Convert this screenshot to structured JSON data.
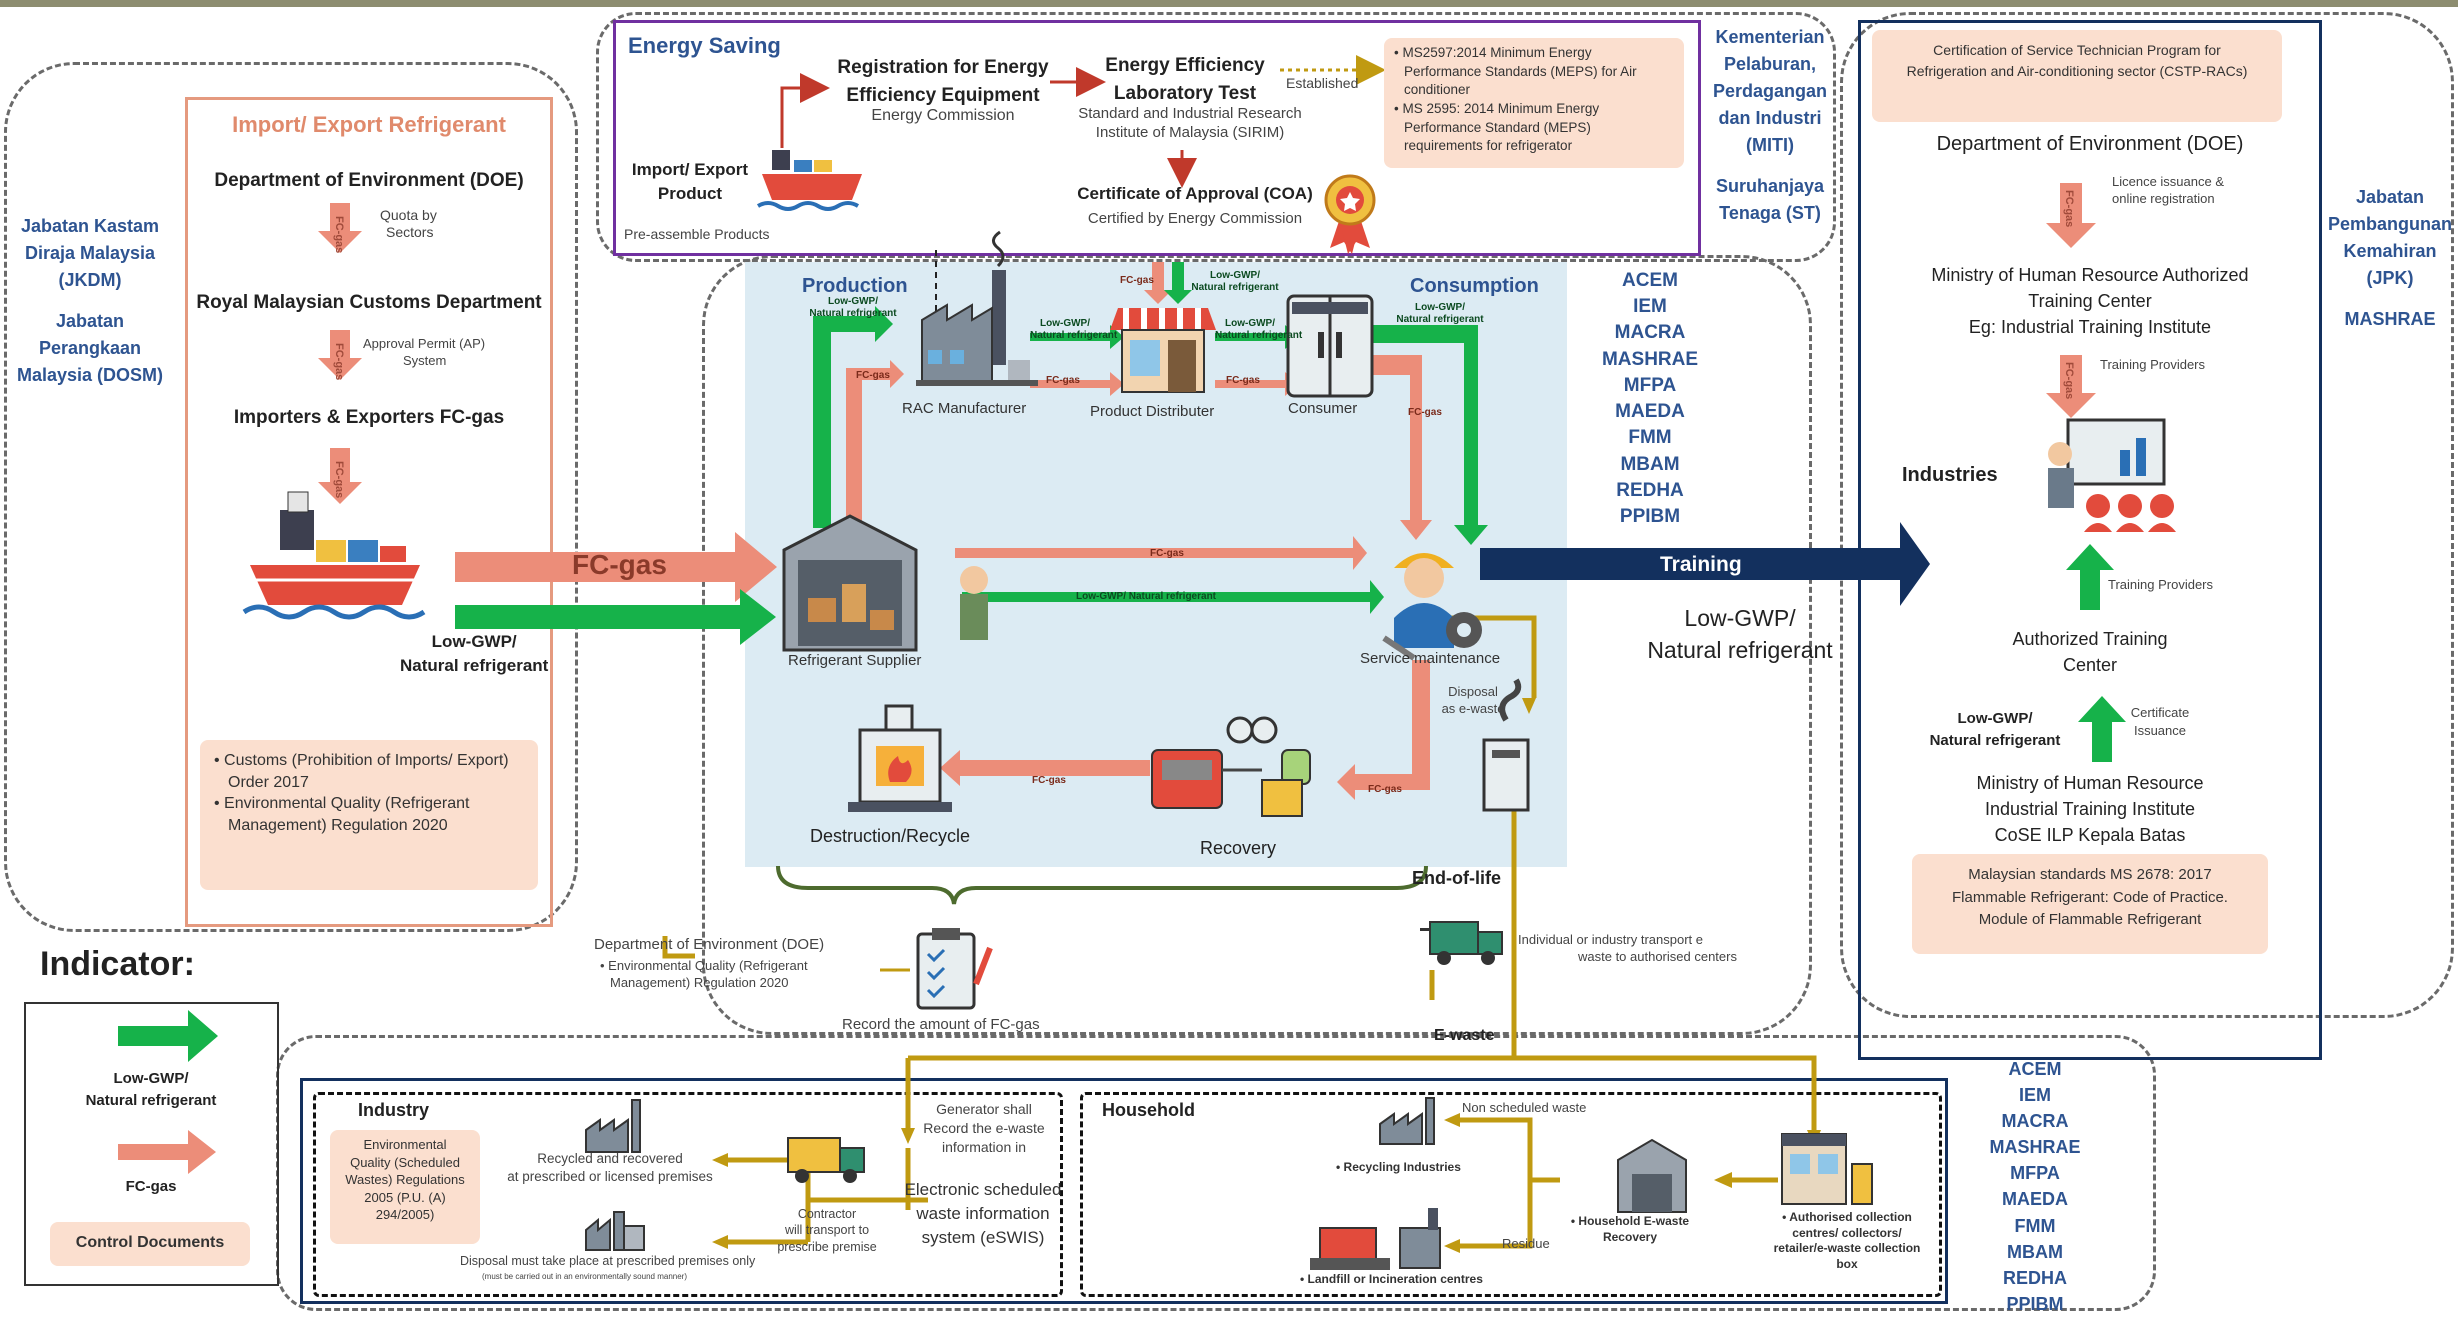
{
  "import_export": {
    "title": "Import/ Export Refrigerant",
    "doe": "Department of Environment (DOE)",
    "quota": [
      "Quota by",
      "Sectors"
    ],
    "customs": "Royal Malaysian Customs Department",
    "permit": [
      "Approval Permit (AP)",
      "System"
    ],
    "importers": "Importers & Exporters FC-gas",
    "fc_short": "FC-gas",
    "lowgwp": [
      "Low-GWP/",
      "Natural refrigerant"
    ],
    "notes": [
      "• Customs (Prohibition of Imports/ Export)",
      "Order 2017",
      "• Environmental Quality (Refrigerant",
      "Management) Regulation 2020"
    ]
  },
  "left_agencies": [
    "Jabatan Kastam",
    "Diraja Malaysia",
    "(JKDM)",
    "",
    "Jabatan",
    "Perangkaan",
    "Malaysia (DOSM)"
  ],
  "energy_saving": {
    "title": "Energy Saving",
    "product": [
      "Import/ Export",
      "Product"
    ],
    "pre_assemble": "Pre-assemble Products",
    "registration": [
      "Registration for Energy",
      "Efficiency Equipment"
    ],
    "energy_commission": "Energy Commission",
    "lab_test": [
      "Energy Efficiency",
      "Laboratory Test"
    ],
    "sirim": [
      "Standard and Industrial Research",
      "Institute of Malaysia (SIRIM)"
    ],
    "established": "Established",
    "coa": "Certificate of Approval (COA)",
    "certified_by": "Certified by Energy Commission",
    "meps": [
      "• MS2597:2014 Minimum Energy",
      "Performance Standards (MEPS) for Air",
      "conditioner",
      "• MS 2595: 2014 Minimum Energy",
      "Performance Standard (MEPS)",
      "requirements for refrigerator"
    ]
  },
  "miti": [
    "Kementerian",
    "Pelaburan,",
    "Perdagangan",
    "dan Industri",
    "(MITI)",
    "",
    "Suruhanjaya",
    "Tenaga (ST)"
  ],
  "flow": {
    "production": "Production",
    "consumption": "Consumption",
    "rac_manufacturer": "RAC Manufacturer",
    "product_distributer": "Product Distributer",
    "consumer": "Consumer",
    "refrigerant_supplier": "Refrigerant Supplier",
    "service_maintenance": "Service maintenance",
    "destruction": "Destruction/Recycle",
    "recovery": "Recovery",
    "end_of_life": "End-of-life",
    "disposal": [
      "Disposal",
      "as e-waste"
    ],
    "fc_gas": "FC-gas",
    "fc_gas_big": "FC-gas",
    "lowgwp_small": [
      "Low-GWP/",
      "Natural refrigerant"
    ],
    "lowgwp_line": "Low-GWP/ Natural refrigerant",
    "training": "Training",
    "lowgwp_big": [
      "Low-GWP/",
      "Natural refrigerant"
    ],
    "transport": [
      "Individual or industry transport e",
      "waste to authorised centers"
    ],
    "ewaste": "E-waste"
  },
  "associations_mid": [
    "ACEM",
    "IEM",
    "MACRA",
    "MASHRAE",
    "MFPA",
    "MAEDA",
    "FMM",
    "MBAM",
    "REDHA",
    "PPIBM"
  ],
  "doe_record": {
    "doe": "Department of Environment (DOE)",
    "reg": [
      "• Environmental Quality (Refrigerant",
      "Management) Regulation 2020"
    ],
    "record": "Record the amount of FC-gas"
  },
  "training_panel": {
    "cstp": [
      "Certification of Service Technician Program for",
      "Refrigeration and Air-conditioning sector (CSTP-RACs)"
    ],
    "doe": "Department of Environment (DOE)",
    "licence": [
      "Licence issuance &",
      "online registration"
    ],
    "mohr": [
      "Ministry of Human Resource Authorized",
      "Training Center",
      "Eg: Industrial Training Institute"
    ],
    "providers_1": "Training Providers",
    "industries": "Industries",
    "providers_2": "Training Providers",
    "authorized": [
      "Authorized Training",
      "Center"
    ],
    "lowgwp": [
      "Low-GWP/",
      "Natural refrigerant"
    ],
    "cert_issuance": [
      "Certificate",
      "Issuance"
    ],
    "iti": [
      "Ministry of Human Resource",
      "Industrial Training Institute",
      "CoSE ILP Kepala Batas"
    ],
    "ms": [
      "Malaysian standards MS 2678: 2017",
      "Flammable Refrigerant: Code of Practice.",
      "Module of Flammable Refrigerant"
    ]
  },
  "right_agencies": [
    "Jabatan",
    "Pembangunan",
    "Kemahiran",
    "(JPK)",
    "",
    "MASHRAE"
  ],
  "indicator": {
    "title": "Indicator:",
    "lowgwp": [
      "Low-GWP/",
      "Natural refrigerant"
    ],
    "fc": "FC-gas",
    "control": "Control Documents"
  },
  "industry": {
    "title": "Industry",
    "regulation": [
      "Environmental",
      "Quality (Scheduled",
      "Wastes) Regulations",
      "2005 (P.U. (A)",
      "294/2005)"
    ],
    "recycled": [
      "Recycled and recovered",
      "at prescribed or licensed premises"
    ],
    "disposal": "Disposal must take place at prescribed premises only",
    "disposal_small": "(must be carried out in an environmentally sound manner)",
    "contractor": [
      "Contractor",
      "will transport to",
      "prescribe premise"
    ],
    "generator": [
      "Generator shall",
      "Record the e-waste",
      "information in"
    ],
    "eswis": [
      "Electronic scheduled",
      "waste information",
      "system (eSWIS)"
    ]
  },
  "household": {
    "title": "Household",
    "non_scheduled": "Non scheduled waste",
    "recycling": "•  Recycling Industries",
    "landfill": "•  Landfill or Incineration centres",
    "residue": "Residue",
    "he_recovery": [
      "•  Household E-waste",
      "Recovery"
    ],
    "collection": [
      "•  Authorised collection",
      "centres/ collectors/",
      "retailer/e-waste collection",
      "box"
    ]
  },
  "associations_bottom": [
    "ACEM",
    "IEM",
    "MACRA",
    "MASHRAE",
    "MFPA",
    "MAEDA",
    "FMM",
    "MBAM",
    "REDHA",
    "PPIBM"
  ],
  "colors": {
    "green": "#16b24a",
    "salmon": "#ec8d79",
    "navy": "#13305e",
    "gold": "#c09a11",
    "purple": "#7030a0",
    "blue_text": "#2e5491",
    "panel": "#dcebf3",
    "note": "#fbdfcf"
  }
}
